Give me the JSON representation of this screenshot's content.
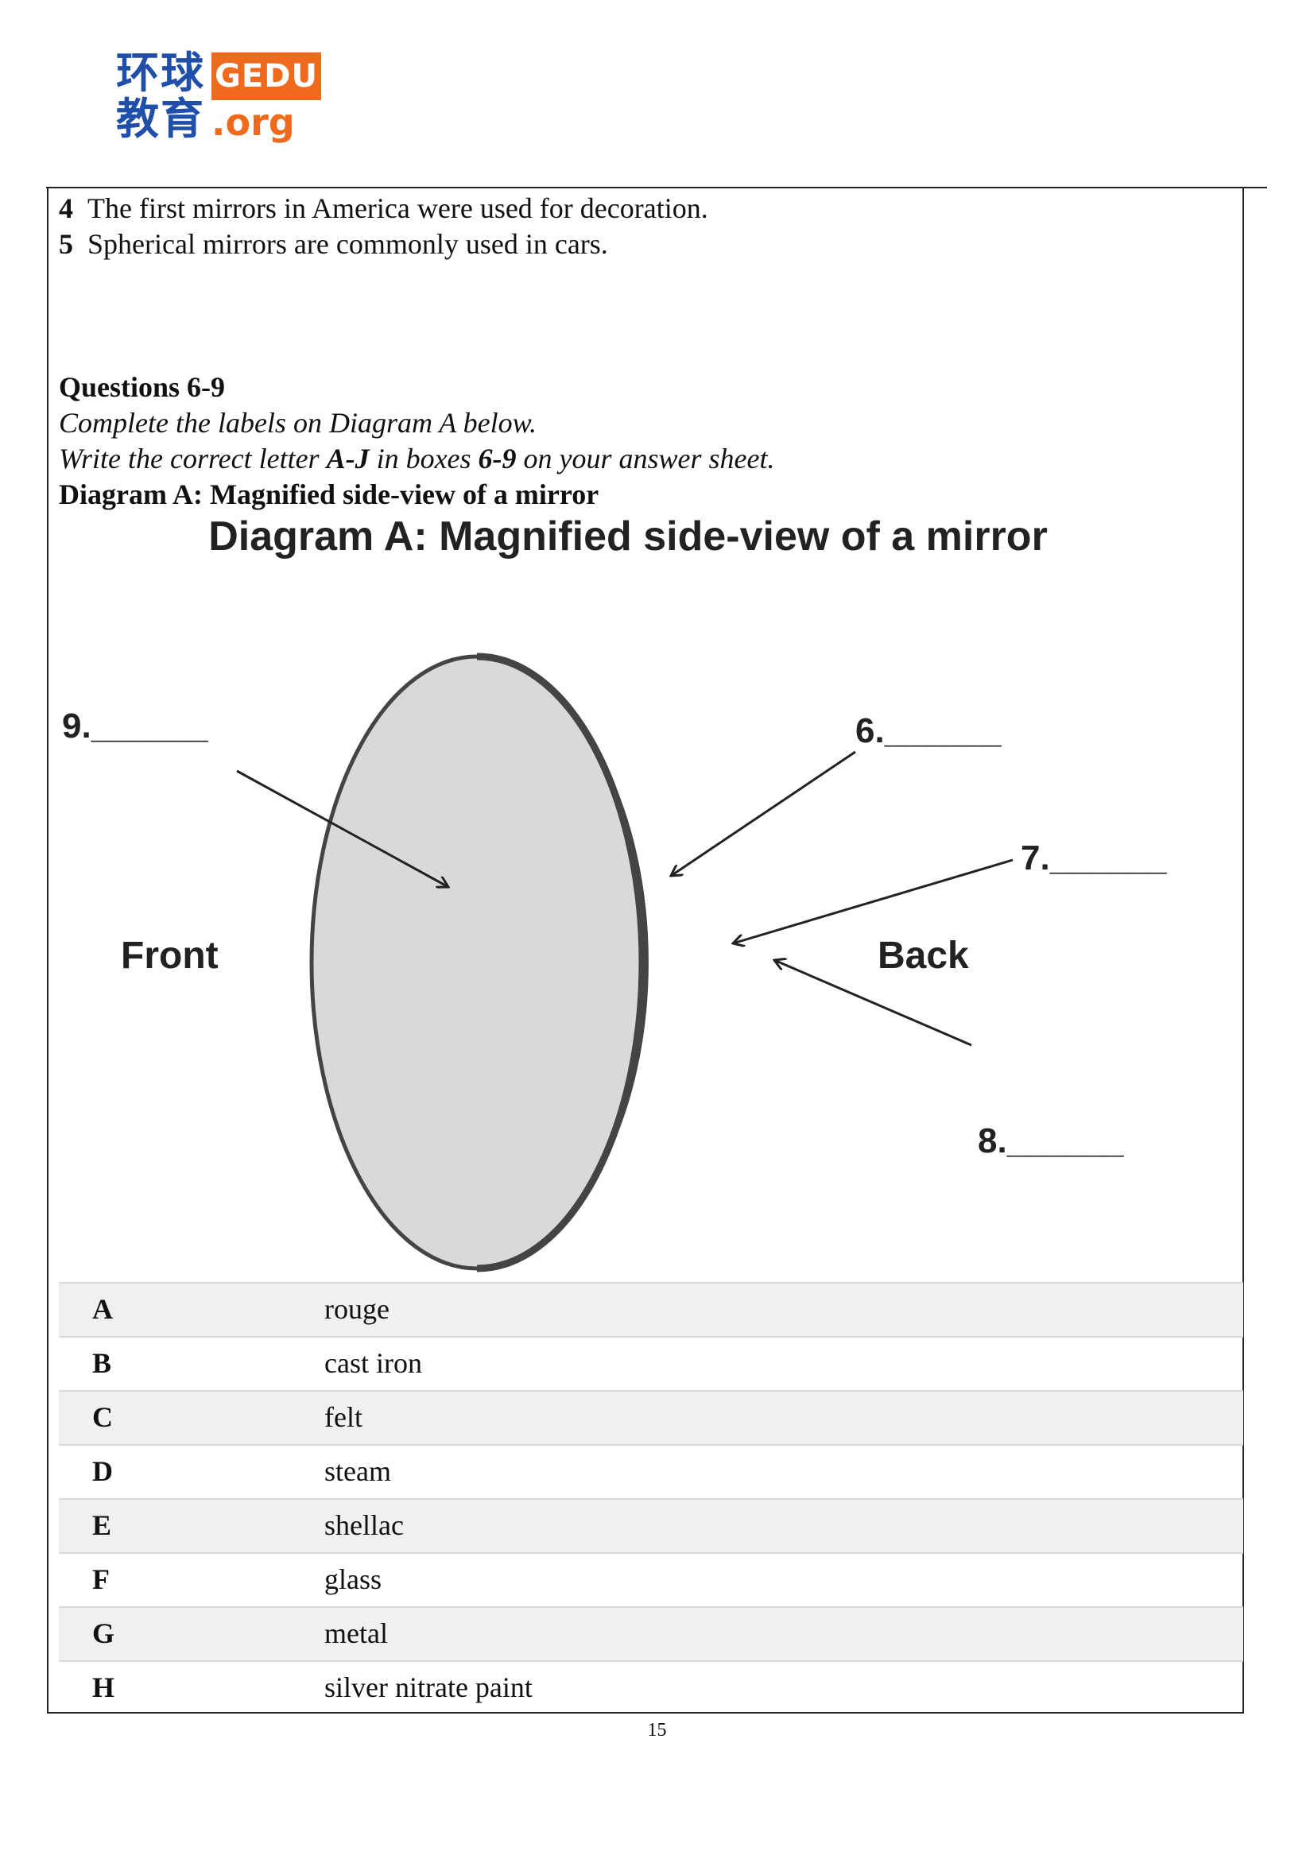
{
  "logo": {
    "cn_top": "环球",
    "cn_bottom": "教育",
    "brand": "GEDU",
    "domain": ".org"
  },
  "statements": [
    {
      "number": "4",
      "text": "The first mirrors in America were used for decoration."
    },
    {
      "number": "5",
      "text": "Spherical mirrors are commonly used in cars."
    }
  ],
  "questions": {
    "heading": "Questions 6-9",
    "instruction_1": "Complete the labels on Diagram A below.",
    "instruction_2_prefix": "Write the correct letter ",
    "instruction_2_letters": "A-J",
    "instruction_2_middle": " in boxes ",
    "instruction_2_boxes": "6-9",
    "instruction_2_suffix": " on your answer sheet.",
    "diagram_caption": "Diagram A: Magnified side-view of a mirror"
  },
  "diagram": {
    "title": "Diagram A: Magnified side-view of a mirror",
    "label_front": "Front",
    "label_back": "Back",
    "label_6": "6.______",
    "label_7": "7.______",
    "label_8": "8.______",
    "label_9": "9.______"
  },
  "options": [
    {
      "letter": "A",
      "text": "rouge"
    },
    {
      "letter": "B",
      "text": "cast iron"
    },
    {
      "letter": "C",
      "text": "felt"
    },
    {
      "letter": "D",
      "text": "steam"
    },
    {
      "letter": "E",
      "text": "shellac"
    },
    {
      "letter": "F",
      "text": "glass"
    },
    {
      "letter": "G",
      "text": "metal"
    },
    {
      "letter": "H",
      "text": "silver nitrate paint"
    }
  ],
  "page_number": "15"
}
